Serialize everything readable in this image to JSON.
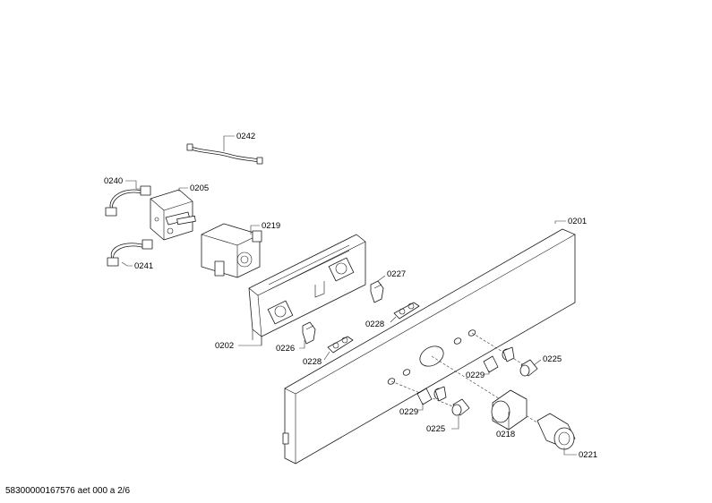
{
  "footer": {
    "document_id": "58300000167576 aet 000 a 2/6"
  },
  "labels": {
    "p0242": "0242",
    "p0240": "0240",
    "p0205": "0205",
    "p0219": "0219",
    "p0241": "0241",
    "p0201": "0201",
    "p0227": "0227",
    "p0228a": "0228",
    "p0202": "0202",
    "p0226": "0226",
    "p0228b": "0228",
    "p0225a": "0225",
    "p0229a": "0229",
    "p0229b": "0229",
    "p0225b": "0225",
    "p0218": "0218",
    "p0221": "0221"
  }
}
